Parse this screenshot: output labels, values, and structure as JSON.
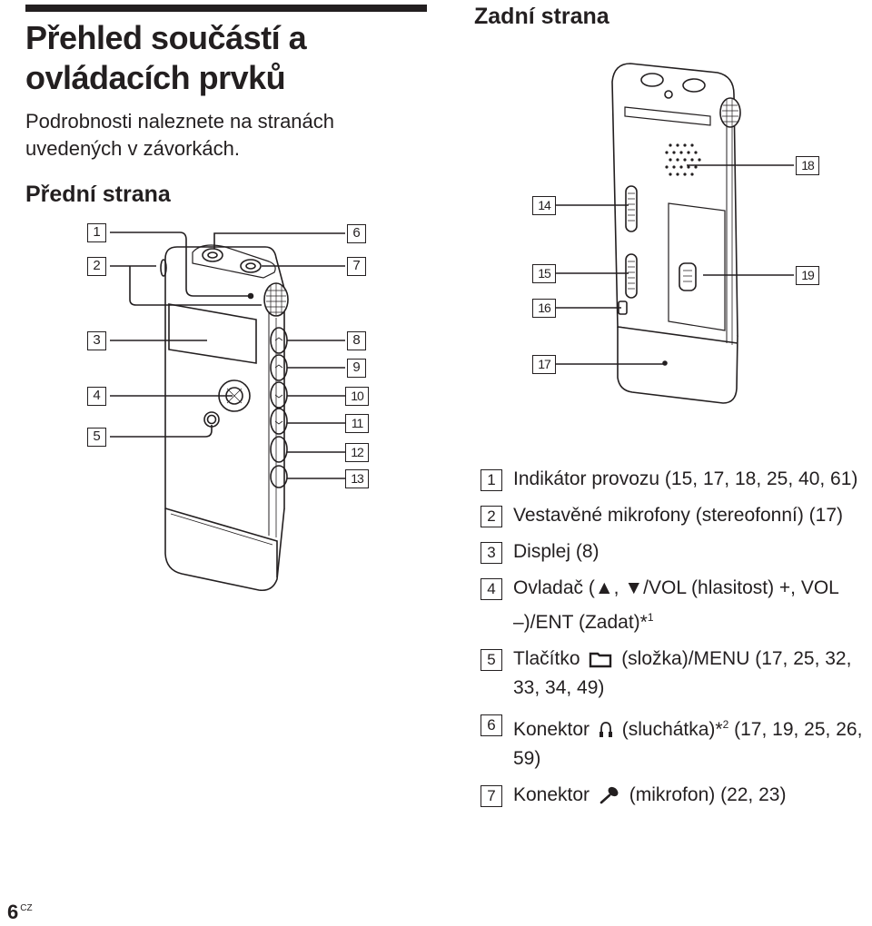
{
  "title_lines": [
    "Přehled součástí a",
    "ovládacích prvků"
  ],
  "subtitle_lines": [
    "Podrobnosti naleznete na stranách",
    "uvedených v závorkách."
  ],
  "front_heading": "Přední strana",
  "rear_heading": "Zadní strana",
  "front_callouts": {
    "c1": "1",
    "c2": "2",
    "c3": "3",
    "c4": "4",
    "c5": "5",
    "c6": "6",
    "c7": "7",
    "c8": "8",
    "c9": "9",
    "c10": "10",
    "c11": "11",
    "c12": "12",
    "c13": "13"
  },
  "rear_callouts": {
    "c14": "14",
    "c15": "15",
    "c16": "16",
    "c17": "17",
    "c18": "18",
    "c19": "19"
  },
  "items": [
    {
      "num": "1",
      "text": "Indikátor provozu (15, 17, 18, 25, 40, 61)"
    },
    {
      "num": "2",
      "text": "Vestavěné mikrofony (stereofonní) (17)"
    },
    {
      "num": "3",
      "text": "Displej (8)"
    },
    {
      "num": "4",
      "text_a": "Ovladač (",
      "sym_up": "▲",
      "sep": ", ",
      "sym_down": "▼",
      "text_b": "/VOL (hlasitost) +, VOL –)/ENT (Zadat)*",
      "sup": "1"
    },
    {
      "num": "5",
      "text_a": "Tlačítko ",
      "text_b": " (složka)/MENU (17, 25, 32, 33, 34, 49)",
      "icon": "folder-icon"
    },
    {
      "num": "6",
      "text_a": "Konektor ",
      "text_b": " (sluchátka)*",
      "sup": "2",
      "text_c": " (17, 19, 25, 26, 59)",
      "icon": "headphones-icon"
    },
    {
      "num": "7",
      "text_a": "Konektor ",
      "text_b": " (mikrofon) (22, 23)",
      "icon": "microphone-icon"
    }
  ],
  "page_number": "6",
  "page_lang": "CZ"
}
